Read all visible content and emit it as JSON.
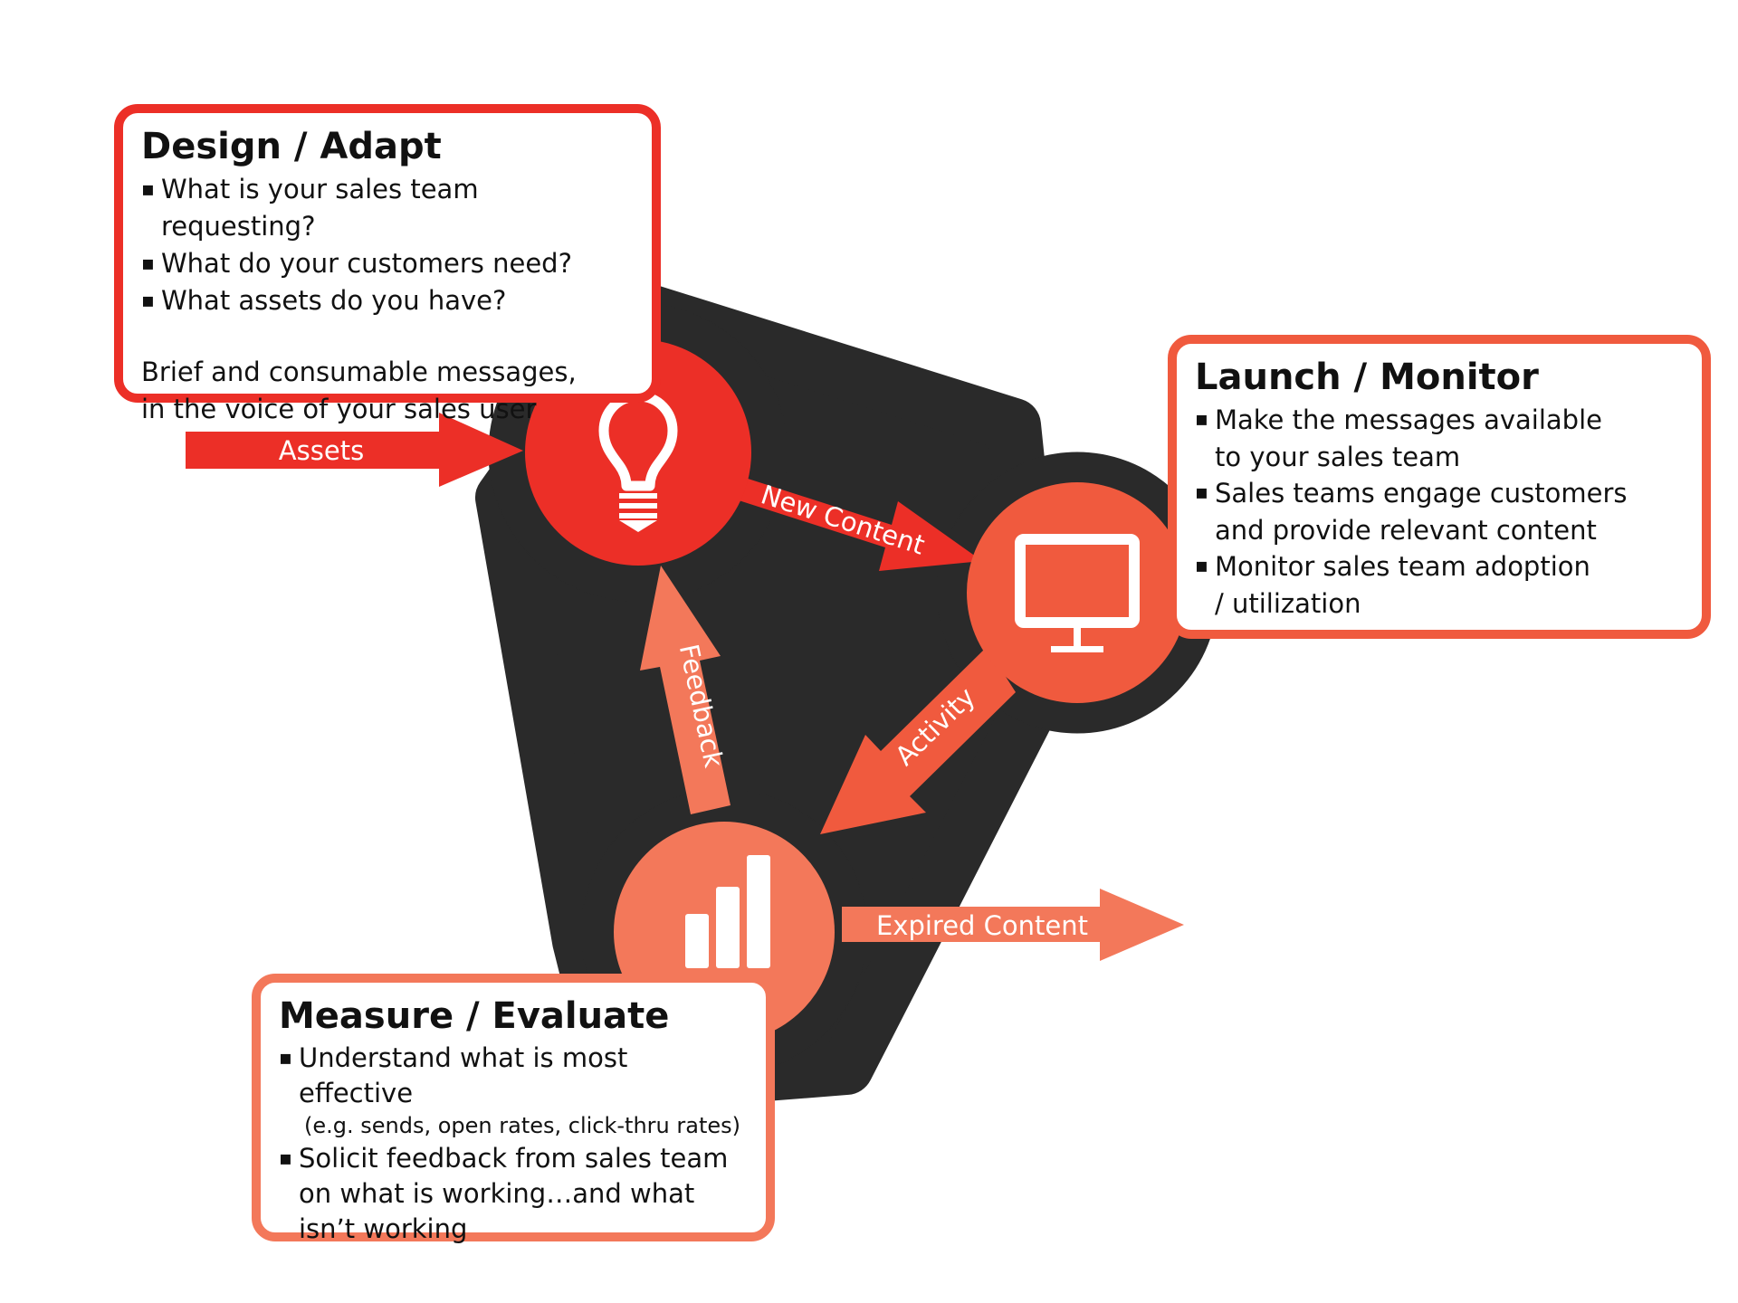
{
  "colors": {
    "dark": "#2a2a2a",
    "red": "#ec2f27",
    "orange": "#f05a3e",
    "salmon": "#f3785a",
    "white": "#ffffff"
  },
  "nodes": {
    "design": {
      "icon": "lightbulb-icon"
    },
    "launch": {
      "icon": "monitor-icon"
    },
    "measure": {
      "icon": "bar-chart-icon"
    }
  },
  "arrows": {
    "assets": "Assets",
    "new_content": "New Content",
    "activity": "Activity",
    "feedback": "Feedback",
    "expired_content": "Expired Content"
  },
  "design_card": {
    "title": "Design / Adapt",
    "bullets": [
      "What is your sales team requesting?",
      "What do your customers  need?",
      "What assets do you have?"
    ],
    "note": "Brief and consumable messages,\nin the voice of your sales user"
  },
  "launch_card": {
    "title": "Launch / Monitor",
    "bullets": [
      "Make the  messages available\n to your sales team",
      "Sales teams engage customers\n and provide relevant content",
      "Monitor sales team adoption\n / utilization"
    ]
  },
  "measure_card": {
    "title": "Measure / Evaluate",
    "bullets": [
      {
        "text": "Understand  what is most effective",
        "sub": "(e.g. sends, open rates, click-thru rates)"
      },
      {
        "text": "Solicit feedback from sales team\n on what is working…and  what\n isn’t working",
        "sub": ""
      }
    ]
  }
}
